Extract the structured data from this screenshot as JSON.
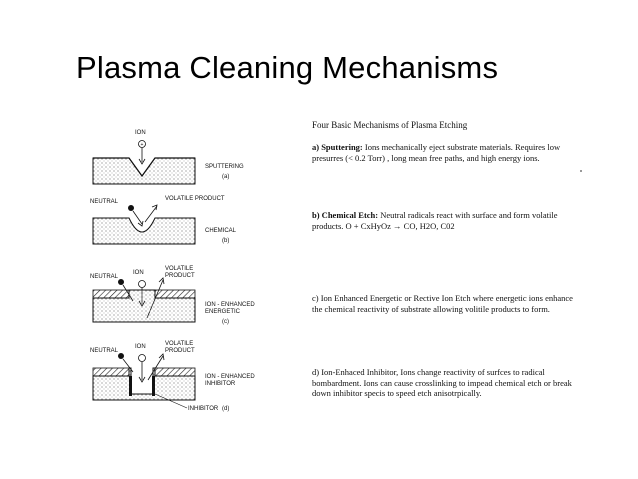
{
  "title": "Plasma Cleaning Mechanisms",
  "figure_labels": {
    "ion": "ION",
    "sputtering": "SPUTTERING",
    "a": "(a)",
    "neutral": "NEUTRAL",
    "volatile_product": "VOLATILE PRODUCT",
    "chemical": "CHEMICAL",
    "b": "(b)",
    "volatile": "VOLATILE",
    "product": "PRODUCT",
    "ion_enhanced": "ION - ENHANCED",
    "energetic": "ENERGETIC",
    "c": "(c)",
    "inhibitor": "INHIBITOR",
    "inhibitor_label": "INHIBITOR",
    "d": "(d)"
  },
  "text": {
    "heading": "Four Basic Mechanisms of Plasma Etching",
    "a_label": "a) Sputtering:",
    "a_body": " Ions mechanically eject substrate materials. Requires low presurres (< 0.2 Torr) , long mean free paths, and high energy ions.",
    "b_label": "b) Chemical Etch:",
    "b_body": " Neutral radicals react with surface and form volatile products.  O + CxHyOz →  CO,  H2O, C02",
    "c_body": "c) Ion Enhanced Energetic or Rective Ion Etch where energetic ions enhance the chemical reactivity of substrate allowing volitile products to form.",
    "d_body": "d) Ion-Enhaced Inhibitor,  Ions change reactivity of surfces to radical bombardment.  Ions can cause crosslinking to impead chemical etch or break down inhibitor specis to speed etch anisotrpically."
  }
}
